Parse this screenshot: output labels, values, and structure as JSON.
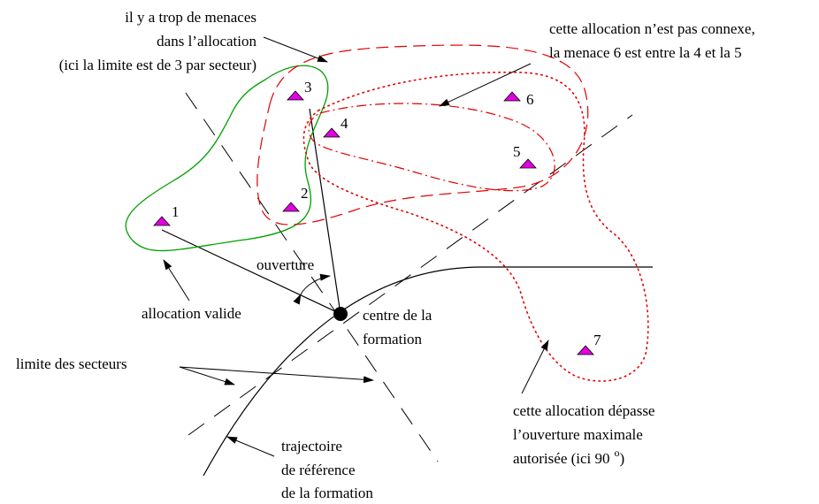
{
  "threats": [
    {
      "label": "1"
    },
    {
      "label": "2"
    },
    {
      "label": "3"
    },
    {
      "label": "4"
    },
    {
      "label": "5"
    },
    {
      "label": "6"
    },
    {
      "label": "7"
    }
  ],
  "annotations": {
    "too_many_line1": "il y a trop de menaces",
    "too_many_line2": "dans l’allocation",
    "too_many_line3": "(ici la limite est de 3 par secteur)",
    "not_connex_line1": "cette allocation n’est pas connexe,",
    "not_connex_line2": "la menace 6 est entre la 4 et la 5",
    "aperture": "ouverture",
    "valid": "allocation valide",
    "center_line1": "centre de la",
    "center_line2": "formation",
    "sector_limits": "limite des secteurs",
    "exceeds_line1": "cette allocation dépasse",
    "exceeds_line2": "l’ouverture maximale",
    "exceeds_line3": "autorisée (ici 90",
    "exceeds_degree": "o",
    "exceeds_close": ")",
    "trajectory_line1": "trajectoire",
    "trajectory_line2": "de référence",
    "trajectory_line3": "de la formation"
  },
  "colors": {
    "threat_fill": "#e000e0",
    "valid_outline": "#00a000",
    "invalid_outline": "#e00000",
    "lines": "#000000"
  }
}
